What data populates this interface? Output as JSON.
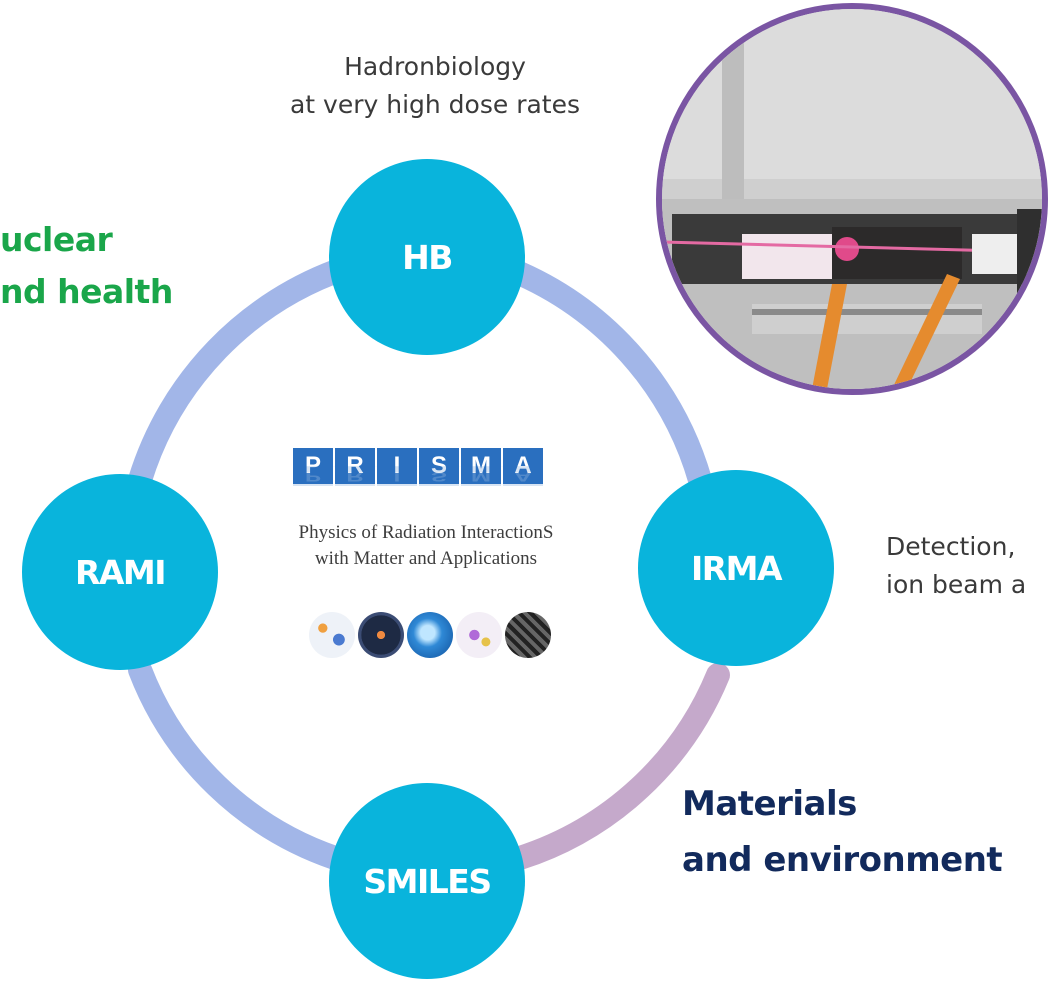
{
  "nodes": {
    "hb": "HB",
    "irma": "IRMA",
    "smiles": "SMILES",
    "rami": "RAMI"
  },
  "captions": {
    "hb_line1": "Hadronbiology",
    "hb_line2": "at very high dose rates",
    "nuclear_line1": "uclear",
    "nuclear_line2": "nd health",
    "irma_line1": "Detection,",
    "irma_line2": "ion beam a",
    "materials_line1": "Materials",
    "materials_line2": "and environment"
  },
  "logo": {
    "letters": [
      "P",
      "R",
      "I",
      "S",
      "M",
      "A"
    ],
    "subtitle_line1": "Physics of Radiation InteractionS",
    "subtitle_line2": "with Matter and Applications"
  },
  "icons": [
    "molecule-icon",
    "atom-icon",
    "cell-icon",
    "neuron-icon",
    "material-texture-icon"
  ],
  "photo": "irradiation-setup-photo",
  "colors": {
    "node": "#09b4dc",
    "ring_blue": "#a2b6e8",
    "ring_mauve": "#c5a9cb",
    "photo_border": "#7a55a3",
    "green_text": "#1aa64a",
    "navy_text": "#122a5c",
    "logo_blue": "#2a6fbf"
  }
}
